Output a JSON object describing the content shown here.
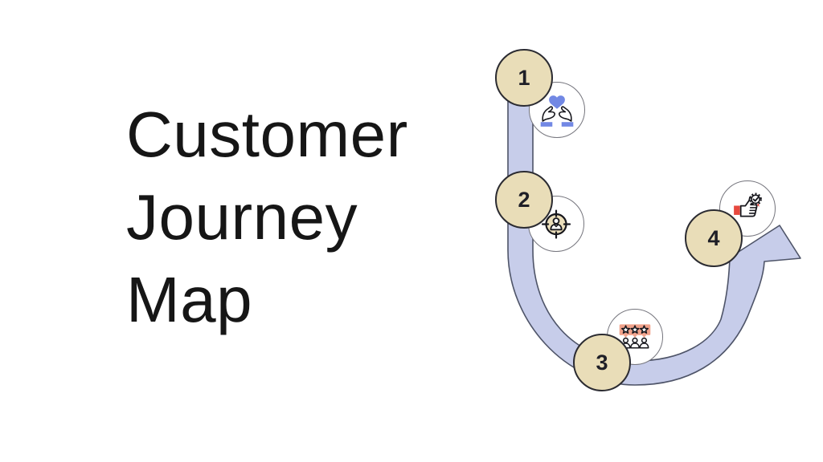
{
  "title": {
    "line1": "Customer",
    "line2": "Journey",
    "line3": "Map"
  },
  "diagram": {
    "name": "customer-journey-flow",
    "steps": [
      {
        "number": "1",
        "icon": "hands-holding-heart-icon"
      },
      {
        "number": "2",
        "icon": "customer-target-icon"
      },
      {
        "number": "3",
        "icon": "customer-reviews-icon"
      },
      {
        "number": "4",
        "icon": "thumbs-up-approved-icon"
      }
    ],
    "colors": {
      "arrow_fill": "#c7cdea",
      "arrow_outline": "#4e5468",
      "step_fill": "#e9ddb8",
      "step_outline": "#2b2b31",
      "icon_stroke": "#17171d",
      "accent_blue": "#7288e4",
      "accent_salmon": "#f0a28b",
      "accent_red": "#e8483e"
    }
  }
}
